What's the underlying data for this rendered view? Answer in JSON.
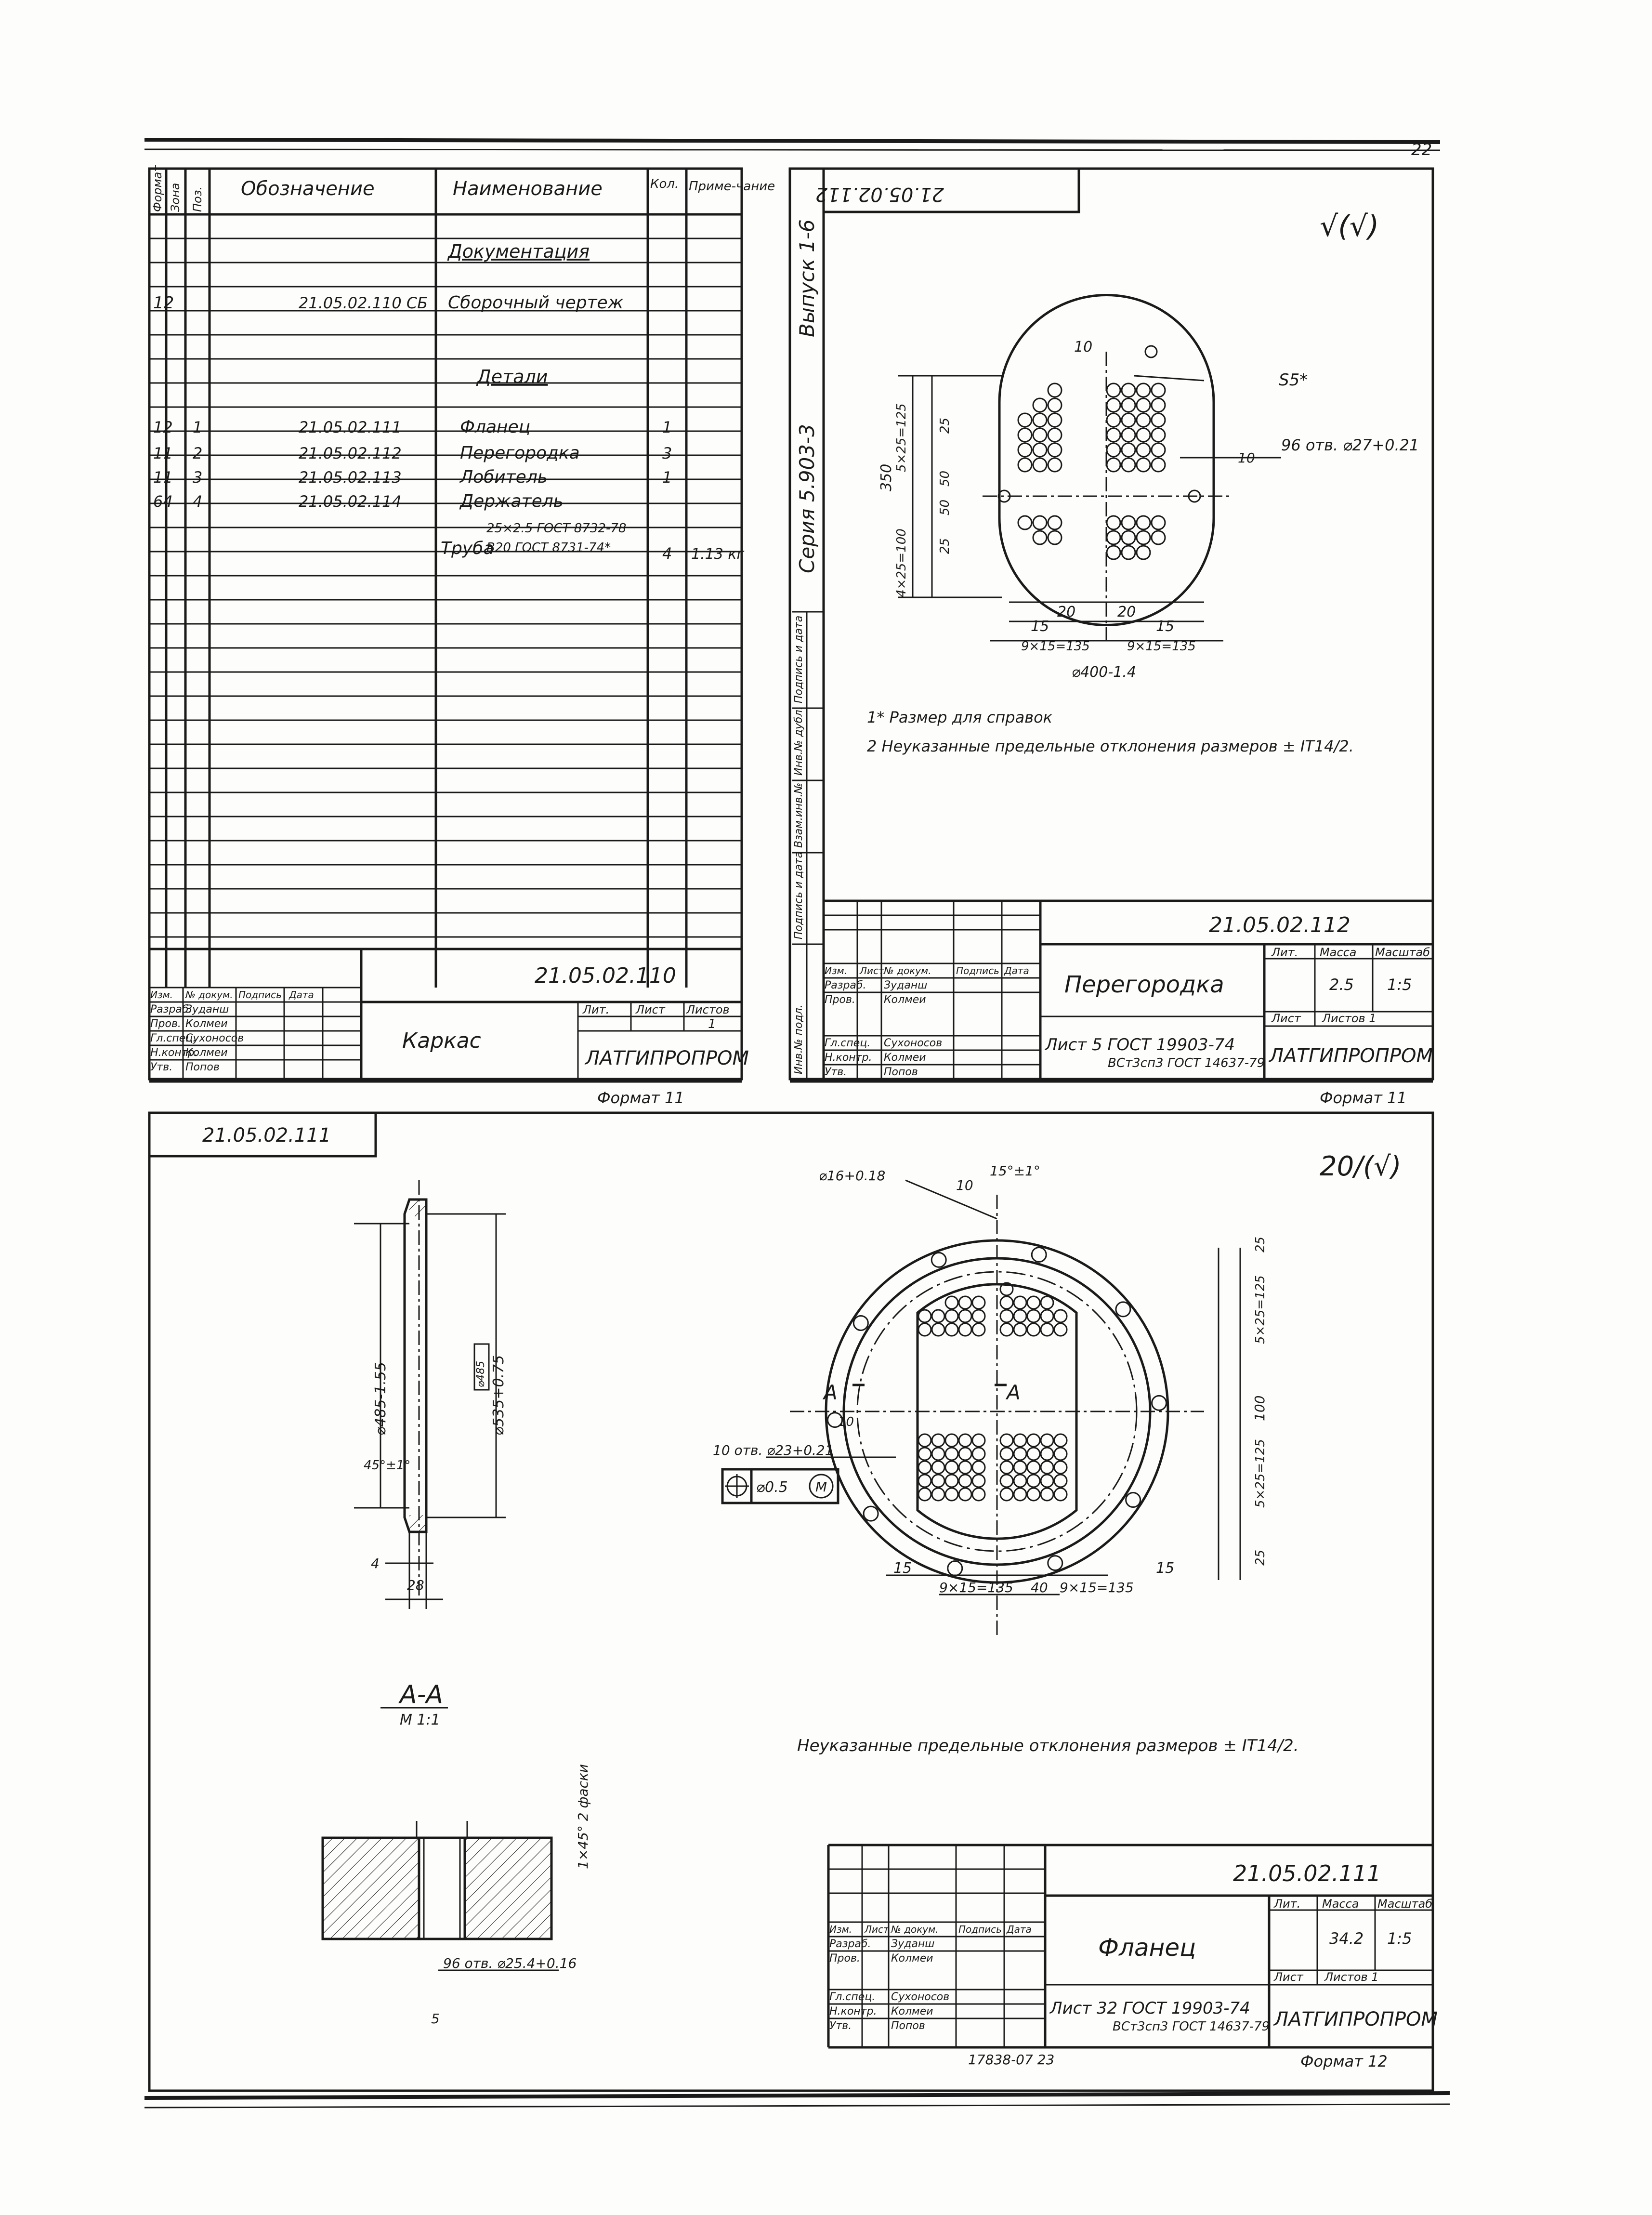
{
  "page_number": "22",
  "spec_sheet": {
    "col_headers": [
      "Формат",
      "Зона",
      "Поз.",
      "Обозначение",
      "Наименование",
      "Кол.",
      "Приме-чание"
    ],
    "section_docs": "Документация",
    "section_parts": "Детали",
    "rows": [
      {
        "fmt": "12",
        "zone": "",
        "pos": "",
        "designation": "21.05.02.110 СБ",
        "name": "Сборочный чертеж",
        "qty": "",
        "note": ""
      },
      {
        "fmt": "12",
        "zone": "",
        "pos": "1",
        "designation": "21.05.02.111",
        "name": "Фланец",
        "qty": "1",
        "note": ""
      },
      {
        "fmt": "11",
        "zone": "",
        "pos": "2",
        "designation": "21.05.02.112",
        "name": "Перегородка",
        "qty": "3",
        "note": ""
      },
      {
        "fmt": "11",
        "zone": "",
        "pos": "3",
        "designation": "21.05.02.113",
        "name": "Лобитель",
        "qty": "1",
        "note": ""
      },
      {
        "fmt": "64",
        "zone": "",
        "pos": "4",
        "designation": "21.05.02.114",
        "name": "Держатель",
        "qty": "",
        "note": ""
      }
    ],
    "pipe_label": "Труба",
    "pipe_spec_1": "25×2.5 ГОСТ 8732-78",
    "pipe_spec_2": "В20 ГОСТ 8731-74*",
    "pipe_qty": "4",
    "pipe_note": "1.13 кг",
    "title_number": "21.05.02.110",
    "title_name": "Каркас",
    "org": "ЛАТГИПРОПРОМ",
    "sheet_labels": [
      "Лит.",
      "Лист",
      "Листов"
    ],
    "sheets_total": "1",
    "format": "Формат 11"
  },
  "stamp_people": {
    "headers": [
      "Изм.",
      "Лист",
      "№ докум.",
      "Подпись",
      "Дата"
    ],
    "rows": [
      {
        "role": "Разраб.",
        "name": "Зуданш"
      },
      {
        "role": "Пров.",
        "name": "Колмеи"
      },
      {
        "role": "Гл.спец.",
        "name": "Сухоносов"
      },
      {
        "role": "Н.контр.",
        "name": "Колмеи"
      },
      {
        "role": "Утв.",
        "name": "Попов"
      }
    ]
  },
  "partition": {
    "stamp_top": "21.05.02.112",
    "series_label": "Серия 5.903-3",
    "issue_label": "Выпуск 1-6",
    "roughness": "√(√)",
    "dims": {
      "d10": "10",
      "s5": "S5*",
      "holes": "96 отв. ⌀27+0.21",
      "d10b": "10",
      "v5x25": "5×25=125",
      "v25a": "25",
      "v50a": "50",
      "v50b": "50",
      "v25b": "25",
      "v4x25": "4×25=100",
      "v350": "350",
      "h20a": "20",
      "h20b": "20",
      "h15a": "15",
      "h15b": "15",
      "h9x15a": "9×15=135",
      "h9x15b": "9×15=135",
      "dia": "⌀400-1.4"
    },
    "note1": "1* Размер для справок",
    "note2": "2 Неуказанные предельные отклонения размеров ± IT14/2.",
    "title_number": "21.05.02.112",
    "title_name": "Перегородка",
    "mass_label": "Масса",
    "scale_label": "Масштаб",
    "lit_label": "Лит.",
    "mass": "2.5",
    "scale": "1:5",
    "sheet_label": "Лист",
    "sheets_label": "Листов 1",
    "material_1": "Лист 5 ГОСТ 19903-74",
    "material_2": "ВСт3сп3 ГОСТ 14637-79",
    "org": "ЛАТГИПРОПРОМ",
    "format": "Формат 11",
    "side_labels": [
      "Инв.№ подл.",
      "Подпись и дата",
      "Взам.инв.№",
      "Инв.№ дубл.",
      "Подпись и дата"
    ]
  },
  "flange": {
    "stamp_top": "21.05.02.111",
    "roughness": "20/(√)",
    "side_dims": {
      "d485": "⌀485-1.55",
      "d535": "⌀535+0.75",
      "mark": "⌀485",
      "chamfer": "45°±1°",
      "d4": "4",
      "d28": "28"
    },
    "front_dims": {
      "d16": "⌀16+0.18",
      "d10": "10",
      "angle": "15°±1°",
      "v25a": "25",
      "v5x25a": "5×25=125",
      "v100": "100",
      "v5x25b": "5×25=125",
      "v25b": "25",
      "holes": "10 отв. ⌀23+0.21",
      "tol": "⌀0.5",
      "tol_ref": "M",
      "h15a": "15",
      "h15b": "15",
      "h9a": "9×15=135",
      "h40": "40",
      "h9b": "9×15=135",
      "sec_a": "А",
      "d10b": "10"
    },
    "section_title": "А-А",
    "section_scale": "М 1:1",
    "chamfer_note": "1×45° 2 фаски",
    "bore_note": "96 отв. ⌀25.4+0.16",
    "bore_5": "5",
    "note": "Неуказанные предельные отклонения размеров ± IT14/2.",
    "title_number": "21.05.02.111",
    "title_name": "Фланец",
    "lit_label": "Лит.",
    "mass_label": "Масса",
    "scale_label": "Масштаб",
    "mass": "34.2",
    "scale": "1:5",
    "sheet_label": "Лист",
    "sheets_label": "Листов 1",
    "material_1": "Лист 32 ГОСТ 19903-74",
    "material_2": "ВСт3сп3 ГОСТ 14637-79",
    "org": "ЛАТГИПРОПРОМ",
    "format": "Формат 12",
    "stamp_no": "17838-07 23"
  }
}
